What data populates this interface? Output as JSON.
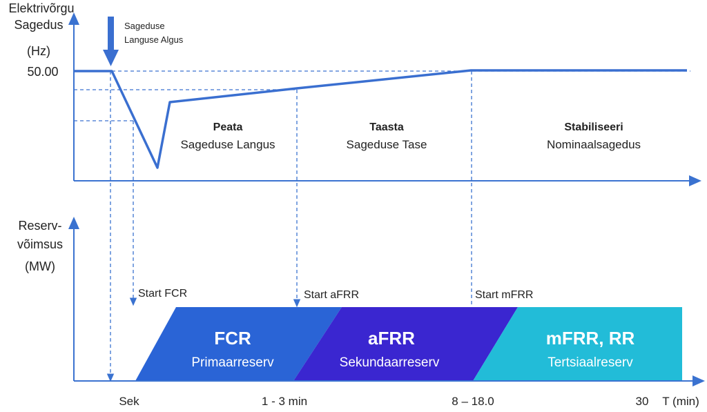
{
  "top_chart": {
    "y_label_line1": "Elektrivõrgu",
    "y_label_line2": "Sagedus",
    "y_unit": "(Hz)",
    "y_tick": "50.00",
    "event_label_line1": "Sageduse",
    "event_label_line2": "Languse Algus",
    "phases": [
      {
        "title": "Peata",
        "subtitle": "Sageduse Langus"
      },
      {
        "title": "Taasta",
        "subtitle": "Sageduse Tase"
      },
      {
        "title": "Stabiliseeri",
        "subtitle": "Nominaalsagedus"
      }
    ]
  },
  "bottom_chart": {
    "y_label_line1": "Reserv-",
    "y_label_line2": "võimsus",
    "y_unit": "(MW)",
    "starts": [
      "Start FCR",
      "Start aFRR",
      "Start mFRR"
    ],
    "reserves": [
      {
        "title": "FCR",
        "subtitle": "Primaarreserv",
        "color": "#2a64d6"
      },
      {
        "title": "aFRR",
        "subtitle": "Sekundaarreserv",
        "color": "#3a26d0"
      },
      {
        "title": "mFRR, RR",
        "subtitle": "Tertsiaalreserv",
        "color": "#22bcd8"
      }
    ],
    "x_ticks": [
      "Sek",
      "1 - 3 min",
      "8 – 18.0",
      "30"
    ],
    "x_label": "T (min)"
  }
}
